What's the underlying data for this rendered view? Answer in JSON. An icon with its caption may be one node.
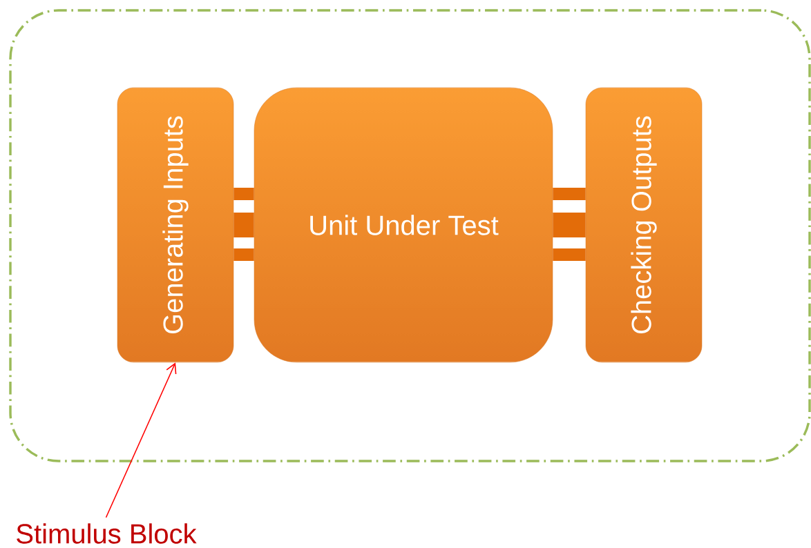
{
  "diagram": {
    "nodes": [
      {
        "text": [],
        "shape": "box"
      },
      {
        "text": [
          "Generating Inputs"
        ],
        "in": 0
      },
      {
        "text": [
          "Unit Under Test"
        ],
        "in": 0
      },
      {
        "text": [
          "Checking Outputs"
        ],
        "in": 0
      },
      {
        "text": [
          "Stimulus Block"
        ]
      }
    ],
    "edges": [
      {
        "from": 1,
        "to": 2,
        "arrow": "none",
        "color": "#e36c09"
      },
      {
        "from": 1,
        "to": 2,
        "arrow": "none",
        "style": "thick",
        "color": "#e36c09"
      },
      {
        "from": 1,
        "to": 2,
        "arrow": "none",
        "color": "#e36c09"
      },
      {
        "from": 2,
        "to": 3,
        "arrow": "none",
        "color": "#e36c09"
      },
      {
        "from": 2,
        "to": 3,
        "arrow": "none",
        "style": "thick",
        "color": "#e36c09"
      },
      {
        "from": 2,
        "to": 3,
        "arrow": "none",
        "color": "#e36c09"
      },
      {
        "from": 4,
        "to": 1,
        "arrow": "to",
        "color": "#ff0000"
      }
    ]
  }
}
